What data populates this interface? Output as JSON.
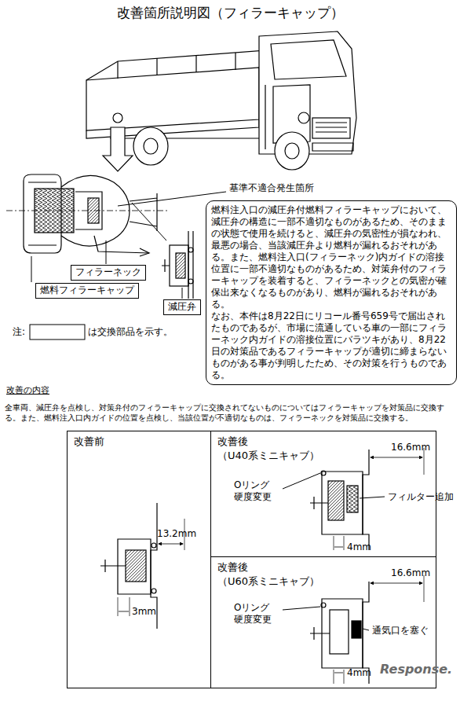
{
  "diagram": {
    "title": "改善箇所説明図（フィラーキャップ）",
    "nodes": [
      {
        "text": [
          "燃料注入口の減圧弁付燃料フィラーキャップにおいて、減圧弁の構造に一部不適切なものがあるため、そのままの状態で使用を続けると、減圧弁の気密性が損なわれ、最悪の場合、当該減圧弁より燃料が漏れるおそれがある。また、燃料注入口(フィラーネック)内ガイドの溶接位置に一部不適切なものがあるため、対策弁付のフィラーキャップを装着すると、フィラーネックとの気密が確保出来なくなるものがあり、燃料が漏れるおそれがある。",
          "なお、本件は8月22日にリコール番号659号で届出されたものであるが、市場に流通している車の一部にフィラーネック内ガイドの溶接位置にバラツキがあり、8月22日の対策品であるフィラーキャップが適切に締まらないものがある事が判明したため、その対策を行うものである。"
        ]
      },
      {
        "text": [
          "フィラーネック"
        ]
      },
      {
        "text": [
          "燃料フィラーキャップ"
        ]
      },
      {
        "text": [
          "減圧弁"
        ]
      },
      {
        "text": [
          "改善前"
        ]
      },
      {
        "text": [
          "改善後 （U40系ミニキャブ）"
        ]
      },
      {
        "text": [
          "改善後 （U60系ミニキャブ）"
        ]
      }
    ],
    "labels": [
      "基準不適合発生箇所",
      "注:",
      "は交換部品を示す。",
      "改善の内容",
      "全車両、減圧弁を点検し、対策弁付のフィラーキャップに交換されてないものについてはフィラーキャップを対策品に交換する。また、燃料注入口内ガイドの位置を点検し、当該位置が不適切なものは、フィラーネックを対策品に交換する。",
      "13.2mm",
      "3mm",
      "16.6mm",
      "Oリング 硬度変更",
      "フィルター追加",
      "4mm",
      "16.6mm",
      "Oリング 硬度変更",
      "通気口を塞ぐ",
      "4mm",
      "Response."
    ]
  }
}
